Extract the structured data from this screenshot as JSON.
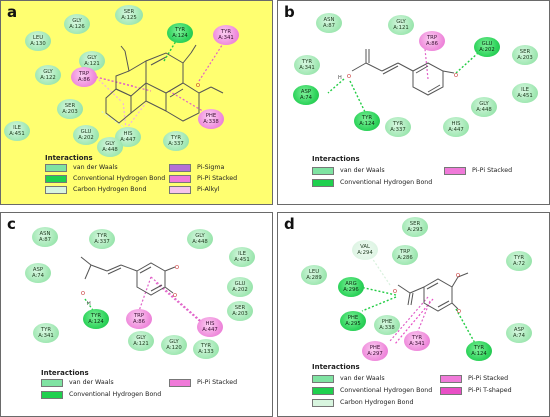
{
  "panels": {
    "a": {
      "label": "a",
      "residues": [
        {
          "name": "GLY",
          "num": "A:126",
          "kind": "vdw"
        },
        {
          "name": "SER",
          "num": "A:125",
          "kind": "vdw"
        },
        {
          "name": "LEU",
          "num": "A:130",
          "kind": "vdw"
        },
        {
          "name": "TYR",
          "num": "A:124",
          "kind": "hbond"
        },
        {
          "name": "TYR",
          "num": "A:341",
          "kind": "pi"
        },
        {
          "name": "GLY",
          "num": "A:121",
          "kind": "vdw"
        },
        {
          "name": "GLY",
          "num": "A:122",
          "kind": "vdw"
        },
        {
          "name": "TRP",
          "num": "A:86",
          "kind": "pi"
        },
        {
          "name": "SER",
          "num": "A:203",
          "kind": "vdw"
        },
        {
          "name": "ILE",
          "num": "A:451",
          "kind": "vdw"
        },
        {
          "name": "GLU",
          "num": "A:202",
          "kind": "vdw"
        },
        {
          "name": "HIS",
          "num": "A:447",
          "kind": "vdw"
        },
        {
          "name": "PHE",
          "num": "A:338",
          "kind": "pi"
        },
        {
          "name": "GLY",
          "num": "A:448",
          "kind": "vdw"
        },
        {
          "name": "TYR",
          "num": "A:337",
          "kind": "vdw"
        }
      ],
      "legend": {
        "title": "Interactions",
        "items": [
          {
            "label": "van der Waals",
            "color": "#7fe3a2"
          },
          {
            "label": "Conventional Hydrogen Bond",
            "color": "#1fd04e"
          },
          {
            "label": "Carbon Hydrogen Bond",
            "color": "#d8f5df"
          },
          {
            "label": "Pi-Sigma",
            "color": "#b46fd6"
          },
          {
            "label": "Pi-Pi Stacked",
            "color": "#f07ad9"
          },
          {
            "label": "Pi-Alkyl",
            "color": "#f6c4ec"
          }
        ]
      }
    },
    "b": {
      "label": "b",
      "residues": [
        {
          "name": "ASN",
          "num": "A:87",
          "kind": "vdw"
        },
        {
          "name": "GLY",
          "num": "A:121",
          "kind": "vdw"
        },
        {
          "name": "TRP",
          "num": "A:86",
          "kind": "pi"
        },
        {
          "name": "GLU",
          "num": "A:202",
          "kind": "hbond"
        },
        {
          "name": "SER",
          "num": "A:203",
          "kind": "vdw"
        },
        {
          "name": "TYR",
          "num": "A:341",
          "kind": "vdw"
        },
        {
          "name": "ILE",
          "num": "A:451",
          "kind": "vdw"
        },
        {
          "name": "ASP",
          "num": "A:74",
          "kind": "hbond"
        },
        {
          "name": "GLY",
          "num": "A:448",
          "kind": "vdw"
        },
        {
          "name": "TYR",
          "num": "A:124",
          "kind": "hbond"
        },
        {
          "name": "TYR",
          "num": "A:337",
          "kind": "vdw"
        },
        {
          "name": "HIS",
          "num": "A:447",
          "kind": "vdw"
        }
      ],
      "legend": {
        "title": "Interactions",
        "items": [
          {
            "label": "van der Waals",
            "color": "#7fe3a2"
          },
          {
            "label": "Pi-Pi Stacked",
            "color": "#f07ad9"
          },
          {
            "label": "Conventional Hydrogen Bond",
            "color": "#1fd04e"
          }
        ]
      }
    },
    "c": {
      "label": "c",
      "residues": [
        {
          "name": "ASN",
          "num": "A:87",
          "kind": "vdw"
        },
        {
          "name": "TYR",
          "num": "A:337",
          "kind": "vdw"
        },
        {
          "name": "GLY",
          "num": "A:448",
          "kind": "vdw"
        },
        {
          "name": "ILE",
          "num": "A:451",
          "kind": "vdw"
        },
        {
          "name": "ASP",
          "num": "A:74",
          "kind": "vdw"
        },
        {
          "name": "GLU",
          "num": "A:202",
          "kind": "vdw"
        },
        {
          "name": "SER",
          "num": "A:203",
          "kind": "vdw"
        },
        {
          "name": "TRP",
          "num": "A:86",
          "kind": "pi"
        },
        {
          "name": "HIS",
          "num": "A:447",
          "kind": "pi"
        },
        {
          "name": "TYR",
          "num": "A:341",
          "kind": "vdw"
        },
        {
          "name": "TYR",
          "num": "A:124",
          "kind": "hbond"
        },
        {
          "name": "GLY",
          "num": "A:121",
          "kind": "vdw"
        },
        {
          "name": "GLY",
          "num": "A:120",
          "kind": "vdw"
        },
        {
          "name": "TYR",
          "num": "A:133",
          "kind": "vdw"
        }
      ],
      "legend": {
        "title": "Interactions",
        "items": [
          {
            "label": "van der Waals",
            "color": "#7fe3a2"
          },
          {
            "label": "Pi-Pi Stacked",
            "color": "#f07ad9"
          },
          {
            "label": "Conventional Hydrogen Bond",
            "color": "#1fd04e"
          }
        ]
      }
    },
    "d": {
      "label": "d",
      "residues": [
        {
          "name": "SER",
          "num": "A:293",
          "kind": "vdw"
        },
        {
          "name": "VAL",
          "num": "A:294",
          "kind": "vdw"
        },
        {
          "name": "TRP",
          "num": "A:286",
          "kind": "vdw"
        },
        {
          "name": "TYR",
          "num": "A:72",
          "kind": "vdw"
        },
        {
          "name": "LEU",
          "num": "A:289",
          "kind": "vdw"
        },
        {
          "name": "ARG",
          "num": "A:296",
          "kind": "hbond"
        },
        {
          "name": "PHE",
          "num": "A:295",
          "kind": "hbond"
        },
        {
          "name": "PHE",
          "num": "A:338",
          "kind": "vdw"
        },
        {
          "name": "ASP",
          "num": "A:74",
          "kind": "vdw"
        },
        {
          "name": "PHE",
          "num": "A:297",
          "kind": "pi"
        },
        {
          "name": "TYR",
          "num": "A:341",
          "kind": "pi"
        },
        {
          "name": "TYR",
          "num": "A:124",
          "kind": "hbond"
        }
      ],
      "legend": {
        "title": "Interactions",
        "items": [
          {
            "label": "van der Waals",
            "color": "#7fe3a2"
          },
          {
            "label": "Pi-Pi Stacked",
            "color": "#f07ad9"
          },
          {
            "label": "Conventional Hydrogen Bond",
            "color": "#1fd04e"
          },
          {
            "label": "Pi-Pi T-shaped",
            "color": "#e94fc6"
          },
          {
            "label": "Carbon Hydrogen Bond",
            "color": "#d8f5df"
          }
        ]
      }
    }
  },
  "atoms": {
    "o": "O",
    "h": "H"
  }
}
